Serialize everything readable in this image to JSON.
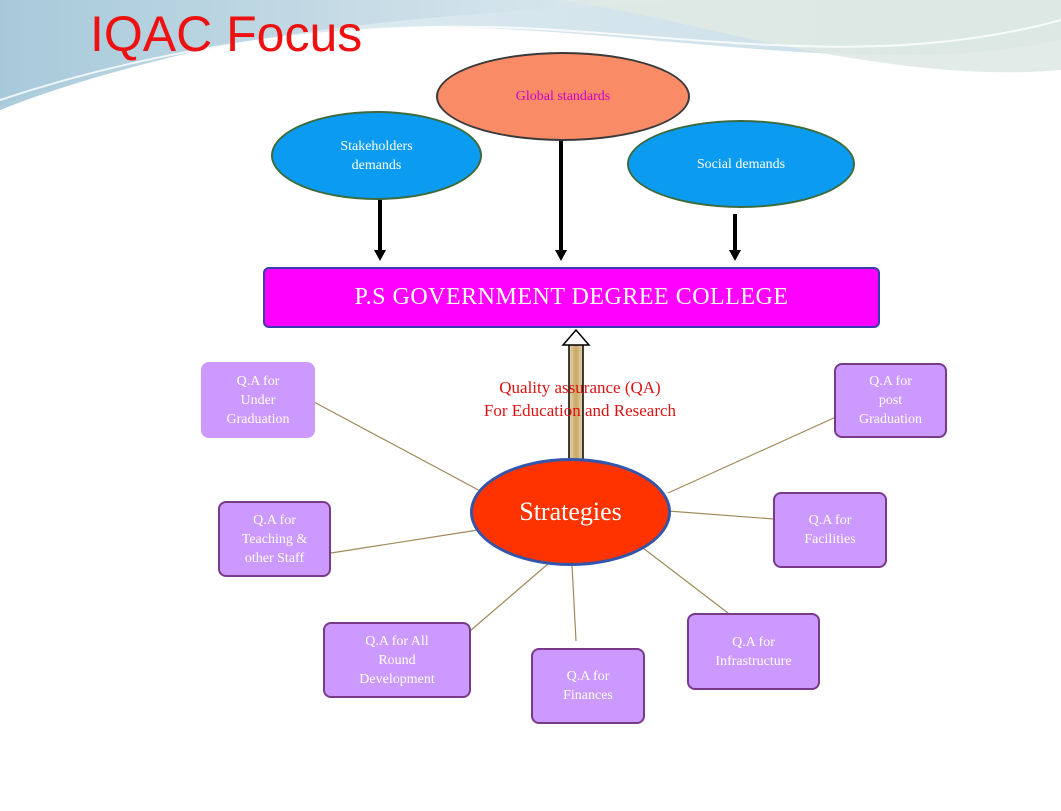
{
  "title": "IQAC Focus",
  "top_ellipses": {
    "global": "Global standards",
    "stakeholders": "Stakeholders\ndemands",
    "social": "Social demands"
  },
  "college": "P.S  GOVERNMENT  DEGREE  COLLEGE",
  "quality_text": {
    "line1": "Quality assurance (QA)",
    "line2": "For Education  and Research"
  },
  "center": "Strategies",
  "qa_boxes": {
    "under_graduation": "Q.A for\nUnder\nGraduation",
    "post_graduation": "Q.A for\npost\nGraduation",
    "teaching_staff": "Q.A for\nTeaching &\nother Staff",
    "facilities": "Q.A for\nFacilities",
    "all_round": "Q.A for All\nRound\nDevelopment",
    "finances": "Q.A for\nFinances",
    "infrastructure": "Q.A for\nInfrastructure"
  },
  "colors": {
    "title": "#ee1111",
    "ellipse_blue": "#0b9bf0",
    "ellipse_orange": "#f98b67",
    "college": "#ff00ff",
    "strategies": "#ff3300",
    "qa_box": "#cc99ff"
  }
}
